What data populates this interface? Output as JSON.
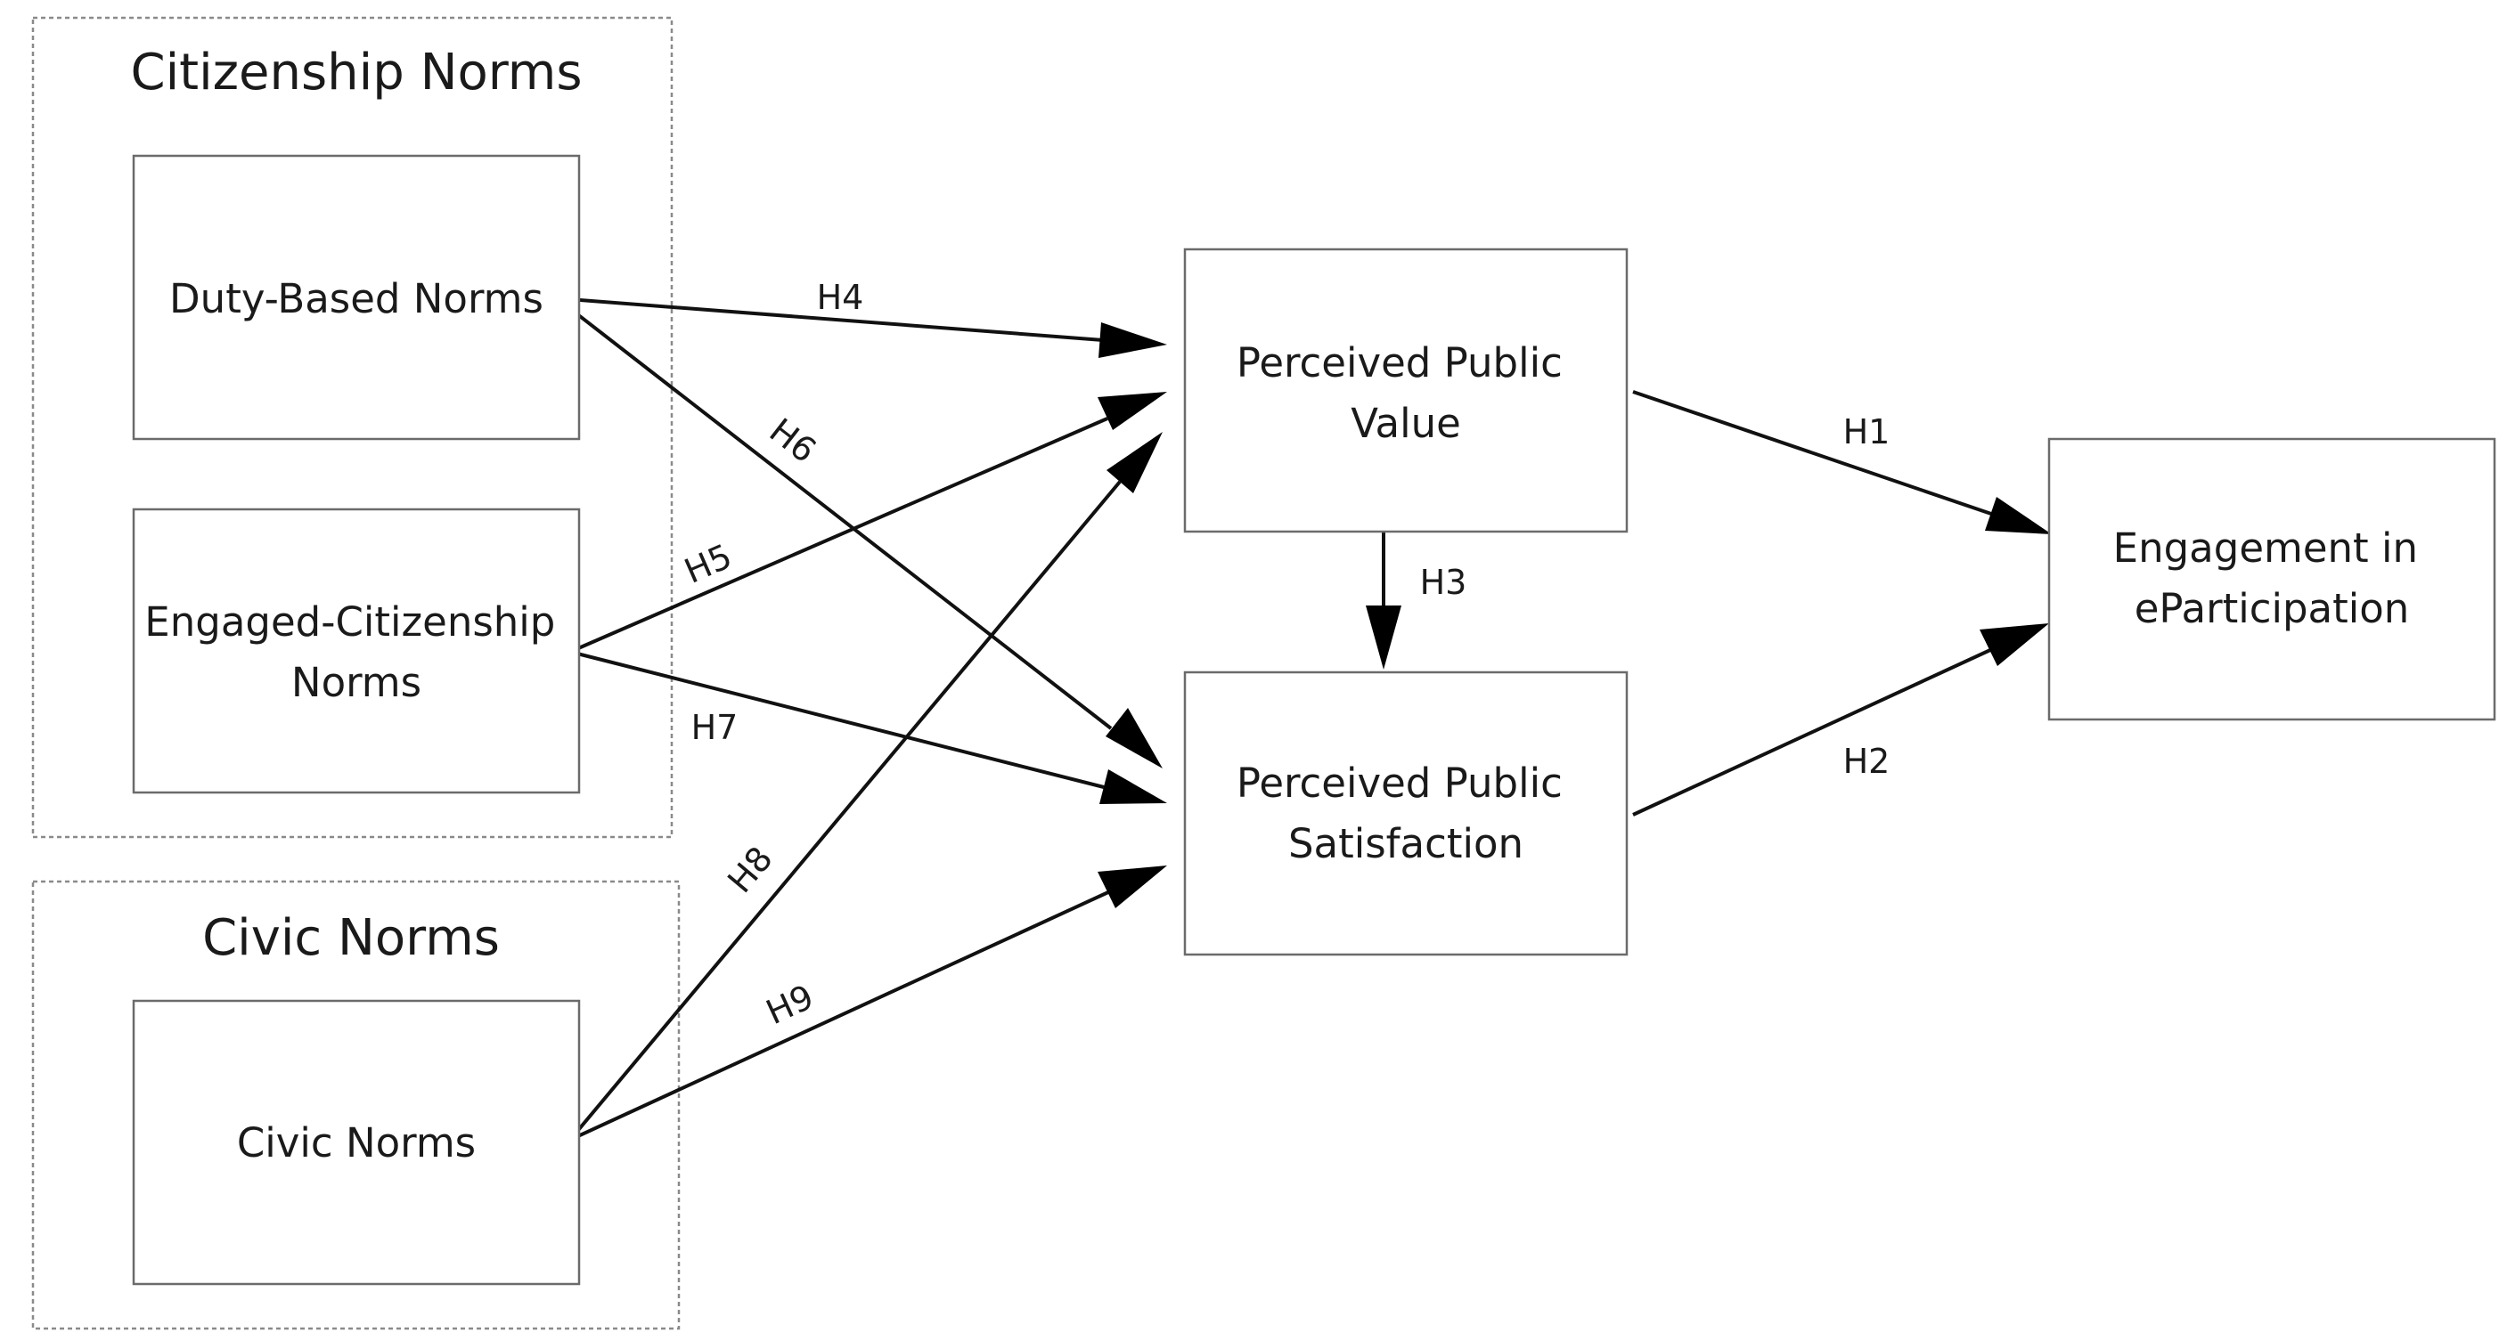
{
  "groups": {
    "citizenship": {
      "title": "Citizenship Norms"
    },
    "civic": {
      "title": "Civic Norms"
    }
  },
  "nodes": {
    "duty": {
      "lines": [
        "Duty-Based Norms"
      ]
    },
    "engaged": {
      "lines": [
        "Engaged-Citizenship",
        "Norms"
      ]
    },
    "civic": {
      "lines": [
        "Civic Norms"
      ]
    },
    "ppv": {
      "lines": [
        "Perceived Public",
        "Value"
      ]
    },
    "pps": {
      "lines": [
        "Perceived Public",
        "Satisfaction"
      ]
    },
    "eng": {
      "lines": [
        "Engagement in",
        "eParticipation"
      ]
    }
  },
  "edges": {
    "h1": {
      "label": "H1",
      "from": "ppv",
      "to": "eng"
    },
    "h2": {
      "label": "H2",
      "from": "pps",
      "to": "eng"
    },
    "h3": {
      "label": "H3",
      "from": "ppv",
      "to": "pps"
    },
    "h4": {
      "label": "H4",
      "from": "duty",
      "to": "ppv"
    },
    "h5": {
      "label": "H5",
      "from": "engaged",
      "to": "ppv"
    },
    "h6": {
      "label": "H6",
      "from": "duty",
      "to": "pps"
    },
    "h7": {
      "label": "H7",
      "from": "engaged",
      "to": "pps"
    },
    "h8": {
      "label": "H8",
      "from": "civic",
      "to": "ppv"
    },
    "h9": {
      "label": "H9",
      "from": "civic",
      "to": "pps"
    }
  }
}
